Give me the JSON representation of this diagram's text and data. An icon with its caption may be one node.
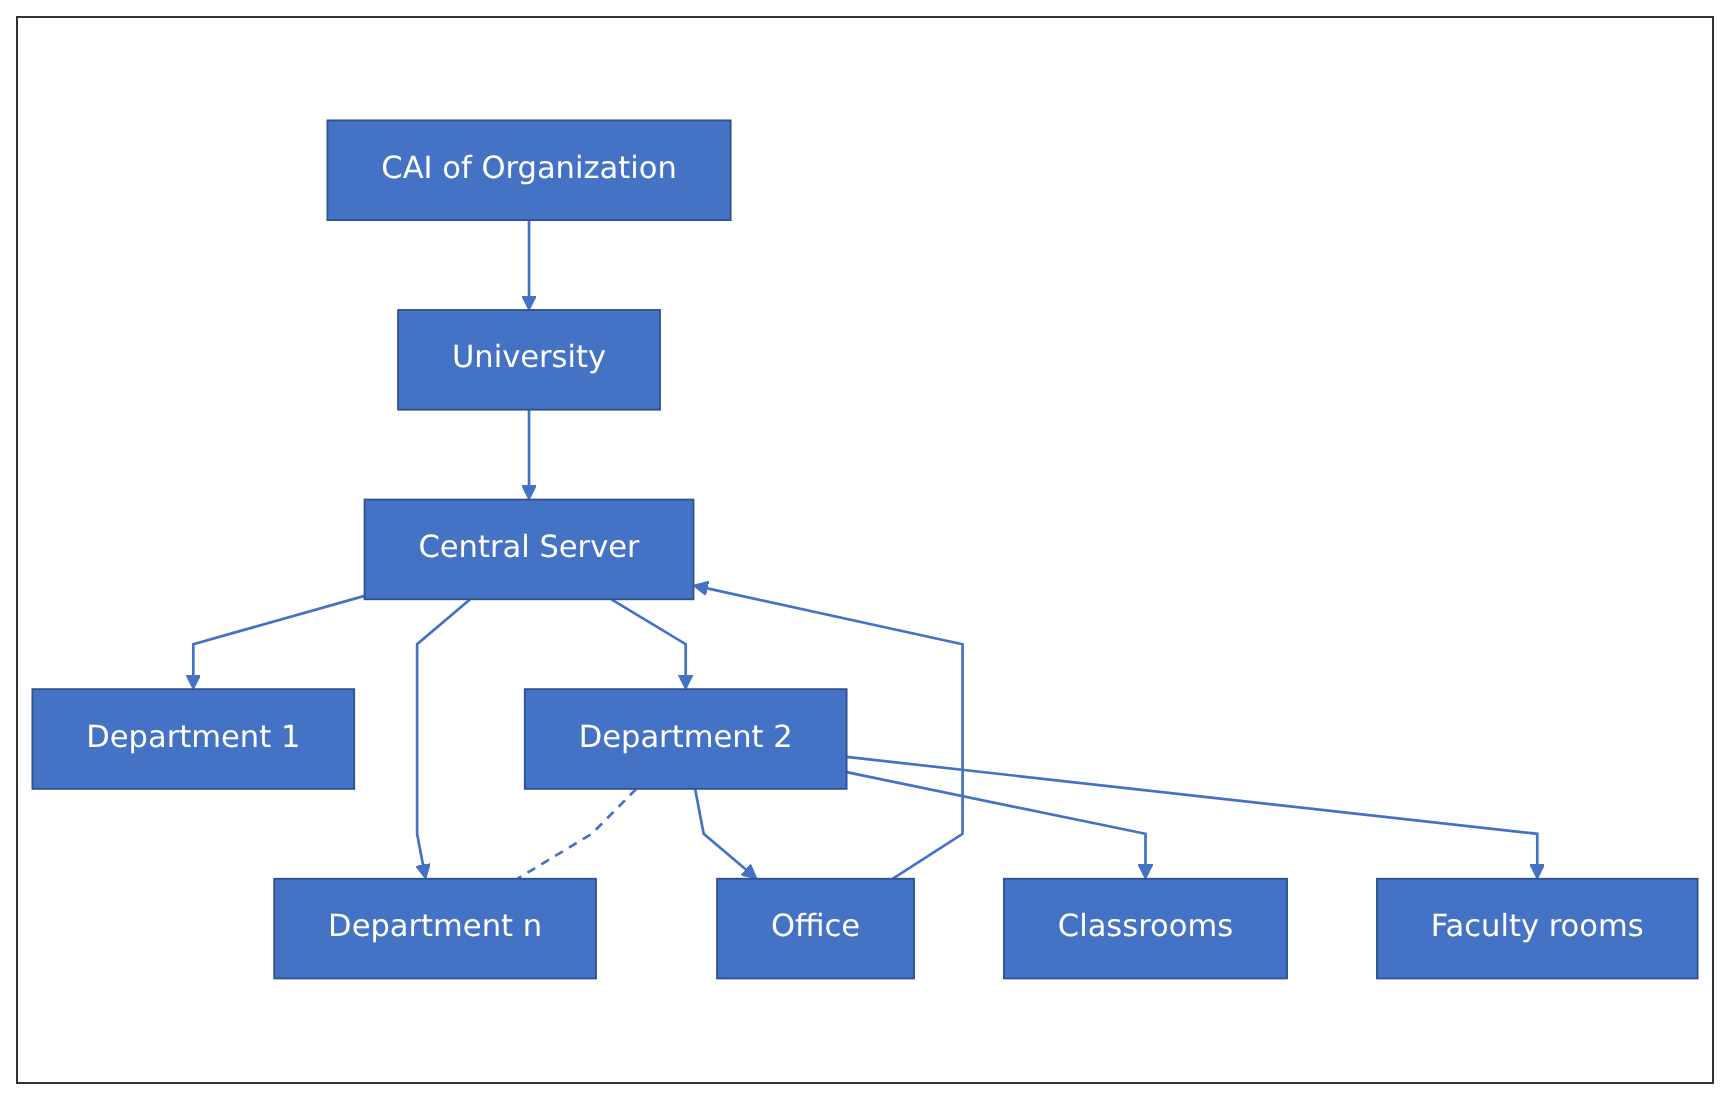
{
  "diagram": {
    "nodes": [
      {
        "text": [
          "CAI of Organization"
        ]
      },
      {
        "text": [
          "University"
        ]
      },
      {
        "text": [
          "Central Server"
        ]
      },
      {
        "text": [
          "Department 1"
        ]
      },
      {
        "text": [
          "Department 2"
        ]
      },
      {
        "text": [
          "Department n"
        ]
      },
      {
        "text": [
          "Office"
        ]
      },
      {
        "text": [
          "Classrooms"
        ]
      },
      {
        "text": [
          "Faculty rooms"
        ]
      }
    ],
    "edges": [
      {
        "from": 0,
        "to": 1,
        "arrow": "to"
      },
      {
        "from": 1,
        "to": 2,
        "arrow": "to"
      },
      {
        "from": 2,
        "to": 3,
        "arrow": "to"
      },
      {
        "from": 2,
        "to": 4,
        "arrow": "to"
      },
      {
        "from": 2,
        "to": 5,
        "arrow": "to"
      },
      {
        "from": 4,
        "to": 5,
        "arrow": "none",
        "style": "dashed"
      },
      {
        "from": 4,
        "to": 6,
        "arrow": "to"
      },
      {
        "from": 4,
        "to": 7,
        "arrow": "to"
      },
      {
        "from": 4,
        "to": 8,
        "arrow": "to"
      },
      {
        "from": 6,
        "to": 2,
        "arrow": "to"
      }
    ]
  }
}
